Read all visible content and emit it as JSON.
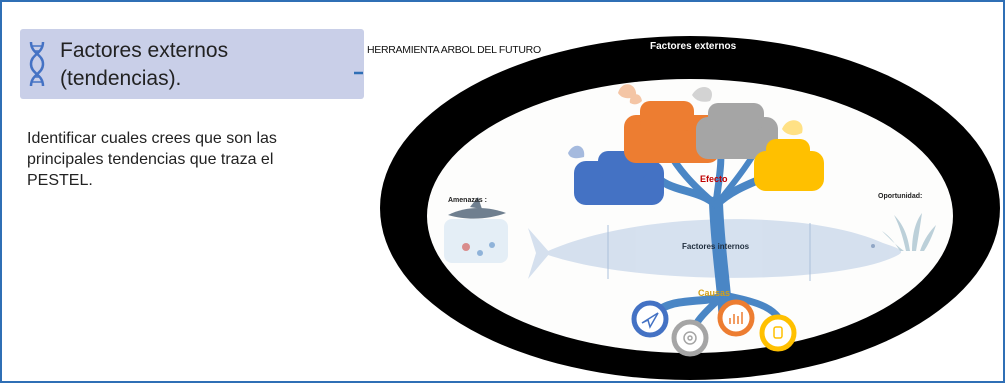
{
  "slide": {
    "title_line1": "Factores externos",
    "title_line2": "(tendencias).",
    "body": "Identificar cuales crees que son las principales tendencias que traza el PESTEL.",
    "tool_label": "HERRAMIENTA ARBOL DEL FUTURO"
  },
  "diagram": {
    "outer_label": "Factores externos",
    "threats_label": "Amenazas :",
    "opportunity_label": "Oportunidad:",
    "effect_label": "Efecto",
    "internal_label": "Factores internos",
    "causes_label": "Causas"
  },
  "colors": {
    "frame": "#2f6fb5",
    "title_box": "#c9cfe8",
    "ring": "#000000",
    "fish": "#cfdcec",
    "tree": "#4a86c5",
    "cloud_blue": "#4472c4",
    "cloud_orange": "#ed7d31",
    "cloud_gray": "#a5a5a5",
    "cloud_yellow": "#ffc000",
    "effect_text": "#c00000",
    "causes_text": "#d4a017"
  }
}
